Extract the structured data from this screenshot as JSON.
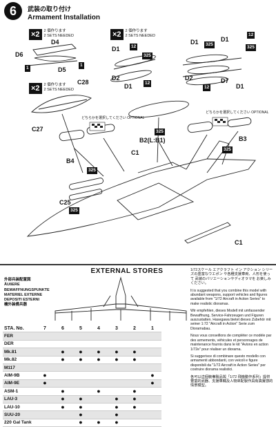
{
  "step": {
    "number": "6",
    "title_jp": "武装の取り付け",
    "title_en": "Armament Installation"
  },
  "multipliers": [
    {
      "count": "×2",
      "line1": "2 個作ります",
      "line2": "2 SETS NEEDED"
    },
    {
      "count": "×2",
      "line1": "2 個作ります",
      "line2": "2 SETS NEEDED"
    },
    {
      "count": "×2",
      "line1": "2 個作ります",
      "line2": "2 SETS NEEDED"
    }
  ],
  "parts": {
    "d4": "D4",
    "d6": "D6",
    "d5": "D5",
    "d1": "D1",
    "d2": "D2",
    "d7": "D7",
    "c28": "C28",
    "c27": "C27",
    "b4": "B4",
    "b3": "B3",
    "b2": "B2(L:B1)",
    "c1": "C1",
    "c25": "C25",
    "n1": "1",
    "n12": "12",
    "n325": "325"
  },
  "decal_note": {
    "jp": "どちらかを選択してください",
    "en": "OPTIONAL"
  },
  "external_stores": {
    "title": "EXTERNAL STORES",
    "languages": [
      "外部兵装配置図",
      "ÄUßERE",
      "BEWAFFNUNGSPUNKTE",
      "MATERIEL EXTERNE",
      "DEPOSITI ESTERNI",
      "機外装備兵器"
    ],
    "sta_label": "STA. No.",
    "stations": [
      "7",
      "6",
      "5",
      "4",
      "3",
      "2",
      "1"
    ],
    "rows": [
      {
        "name": "FER",
        "marks": [
          0,
          0,
          0,
          0,
          0,
          0,
          0
        ]
      },
      {
        "name": "DER",
        "marks": [
          0,
          0,
          0,
          0,
          0,
          0,
          0
        ]
      },
      {
        "name": "Mk.81",
        "marks": [
          0,
          1,
          1,
          1,
          1,
          1,
          0
        ]
      },
      {
        "name": "Mk.82",
        "marks": [
          0,
          1,
          1,
          1,
          1,
          1,
          0
        ]
      },
      {
        "name": "M117",
        "marks": [
          0,
          0,
          0,
          0,
          0,
          0,
          0
        ]
      },
      {
        "name": "AIM-9B",
        "marks": [
          1,
          0,
          0,
          0,
          0,
          0,
          1
        ]
      },
      {
        "name": "AIM-9E",
        "marks": [
          1,
          0,
          0,
          0,
          0,
          0,
          1
        ]
      },
      {
        "name": "ASM-1",
        "marks": [
          0,
          1,
          0,
          1,
          0,
          1,
          0
        ]
      },
      {
        "name": "LAU-3",
        "marks": [
          0,
          1,
          1,
          0,
          1,
          1,
          0
        ]
      },
      {
        "name": "LAU-10",
        "marks": [
          0,
          1,
          1,
          0,
          1,
          1,
          0
        ]
      },
      {
        "name": "SUU-20",
        "marks": [
          0,
          0,
          1,
          0,
          1,
          0,
          0
        ]
      },
      {
        "name": "220 Gal Tank",
        "marks": [
          0,
          0,
          1,
          1,
          1,
          0,
          0
        ]
      }
    ]
  },
  "notes": [
    "1/72スケール エアクラフト イン アクション シリーズの豊富なウエポン や各種支援車両、人形を使って 武装のバリエーションやディオラマを お楽しみください。",
    "It is suggested that you combine this model with abundant weapons, support vehicles and figures available from \"1/72 Aircraft in Action Series\" to make realistic dioramas.",
    "Wir empfehlen, dieses Modell mit umfassender Bewaffnung, Service-Fahrzeugen und Figuren auszustatten. Hasegawa bietet dieses Zubehör mit seiner 1:72 \"Aircraft in Action\" Serie zum Dioramabau.",
    "Nous vous conseillons de compléter ce modèle par des armements, véhicules et personnages de maintenance fournis dans le kit \"Avions en action 1/72e\" pour réaliser un diorama.",
    "Si suggerisce di combinare questo modello con armamenti abbondanti, con veicoli e figure disponibili da \"1/72 Aircraft in Action Series\" per costruire diorama realistici.",
    "各可以這個裝備製品與「1/72 飛機動作系列」提供豐富的武器、支援車輛及人物來配製作具有真實感的情景模型。"
  ]
}
